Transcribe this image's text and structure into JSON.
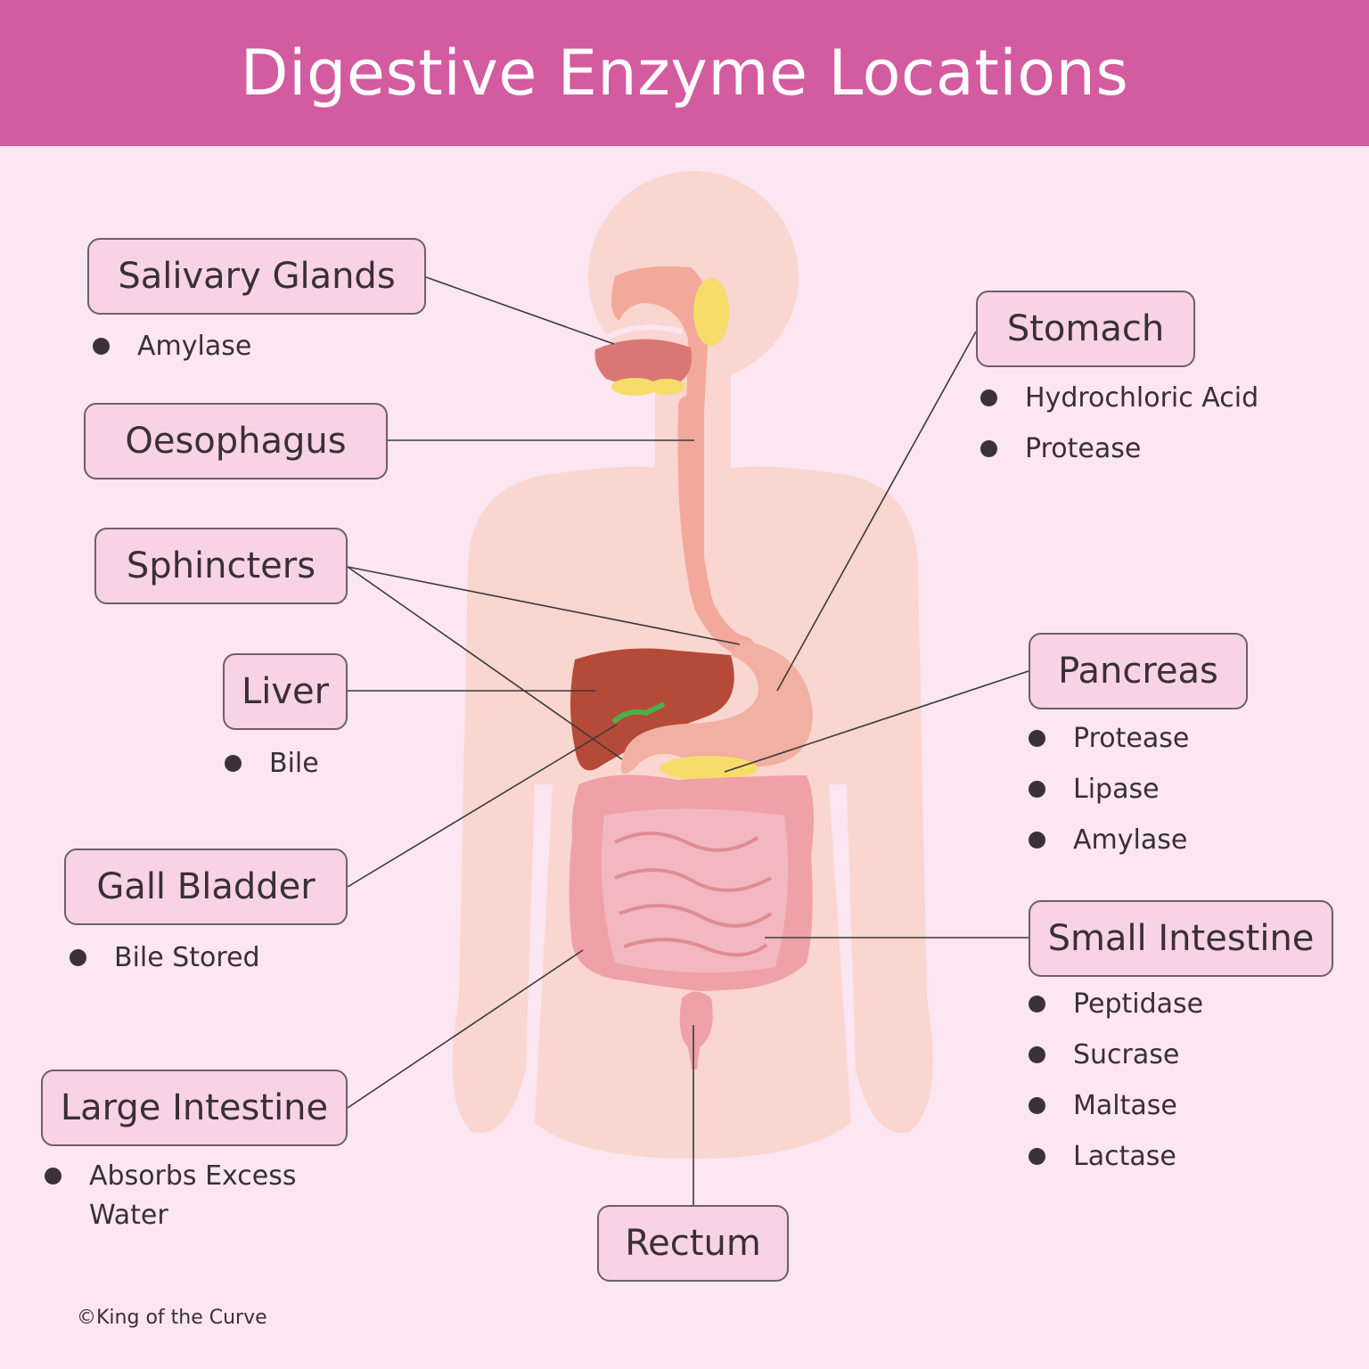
{
  "title": "Digestive Enzyme Locations",
  "copyright": "©King of the Curve",
  "colors": {
    "header": "#d35b9f",
    "background": "#fbe6f1",
    "label_fill": "#f7d3e5",
    "label_border": "#6e5f68",
    "body_silhouette": "#f9d6cf",
    "liver": "#b54a38",
    "gland": "#f6dd6b",
    "intestine": "#efa1a8"
  },
  "labels": {
    "salivary_glands": {
      "name": "Salivary Glands",
      "items": [
        "Amylase"
      ]
    },
    "oesophagus": {
      "name": "Oesophagus"
    },
    "sphincters": {
      "name": "Sphincters"
    },
    "liver": {
      "name": "Liver",
      "items": [
        "Bile"
      ]
    },
    "gall_bladder": {
      "name": "Gall Bladder",
      "items": [
        "Bile Stored"
      ]
    },
    "large_intestine": {
      "name": "Large Intestine",
      "items": [
        "Absorbs Excess Water"
      ]
    },
    "stomach": {
      "name": "Stomach",
      "items": [
        "Hydrochloric Acid",
        "Protease"
      ]
    },
    "pancreas": {
      "name": "Pancreas",
      "items": [
        "Protease",
        "Lipase",
        "Amylase"
      ]
    },
    "small_intestine": {
      "name": "Small Intestine",
      "items": [
        "Peptidase",
        "Sucrase",
        "Maltase",
        "Lactase"
      ]
    },
    "rectum": {
      "name": "Rectum"
    }
  }
}
